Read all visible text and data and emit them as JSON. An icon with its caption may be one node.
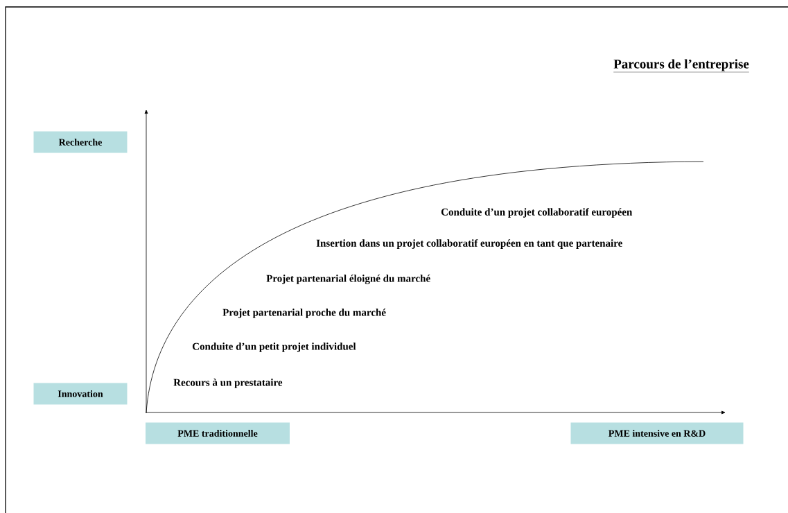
{
  "diagram": {
    "title": "Parcours de l’entreprise",
    "nodes": [
      {
        "text": [
          "Recherche"
        ]
      },
      {
        "text": [
          "Innovation"
        ]
      },
      {
        "text": [
          "PME traditionnelle"
        ]
      },
      {
        "text": [
          "PME intensive en R&D"
        ]
      }
    ],
    "edges": [],
    "labels": [
      "Conduite d’un projet collaboratif européen",
      "Insertion dans un projet collaboratif européen en tant que partenaire",
      "Projet partenarial éloigné du marché",
      "Projet partenarial proche du marché",
      "Conduite d’un petit projet individuel",
      "Recours à un prestataire"
    ]
  }
}
